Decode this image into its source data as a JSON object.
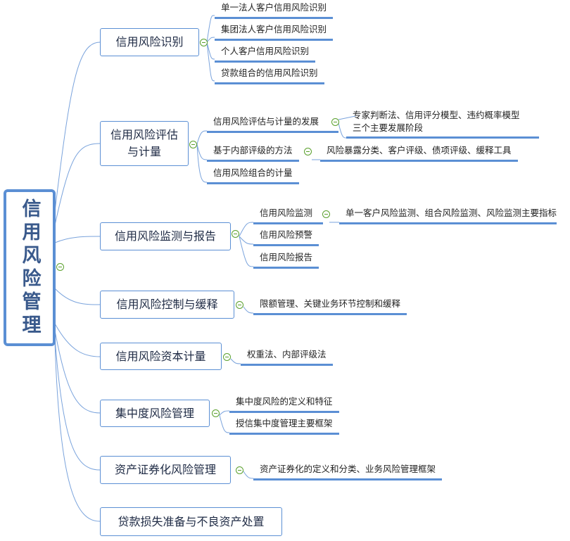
{
  "root": "信用风险管理",
  "branches": [
    {
      "label": "信用风险识别",
      "children": [
        "单一法人客户信用风险识别",
        "集团法人客户信用风险识别",
        "个人客户信用风险识别",
        "贷款组合的信用风险识别"
      ]
    },
    {
      "label": "信用风险评估与计量",
      "children": [
        "信用风险评估与计量的发展",
        "基于内部评级的方法",
        "信用风险组合的计量"
      ],
      "sub": {
        "a1": "专家判断法、信用评分模型、违约概率模型",
        "a2": "三个主要发展阶段",
        "b": "风险暴露分类、客户评级、债项评级、缓释工具"
      }
    },
    {
      "label": "信用风险监测与报告",
      "children": [
        "信用风险监测",
        "信用风险预警",
        "信用风险报告"
      ],
      "sub": {
        "a": "单一客户风险监测、组合风险监测、风险监测主要指标"
      }
    },
    {
      "label": "信用风险控制与缓释",
      "children": [
        "限额管理、关键业务环节控制和缓释"
      ]
    },
    {
      "label": "信用风险资本计量",
      "children": [
        "权重法、内部评级法"
      ]
    },
    {
      "label": "集中度风险管理",
      "children": [
        "集中度风险的定义和特征",
        "授信集中度管理主要框架"
      ]
    },
    {
      "label": "资产证券化风险管理",
      "children": [
        "资产证券化的定义和分类、业务风险管理框架"
      ]
    },
    {
      "label": "贷款损失准备与不良资产处置",
      "children": []
    }
  ],
  "colors": {
    "line": "#5b8fd4",
    "toggle": "#5aa02c",
    "root_text": "#3a5a8c"
  }
}
